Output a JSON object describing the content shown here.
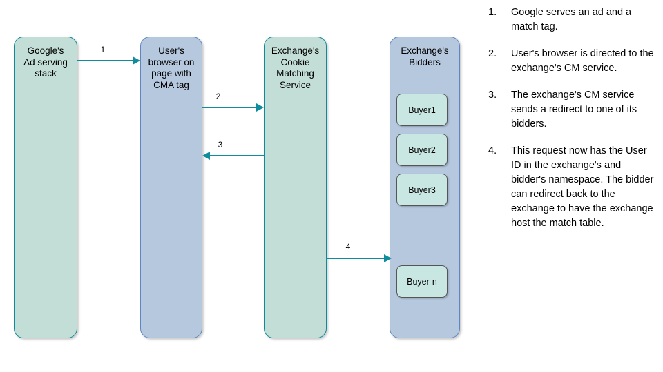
{
  "diagram": {
    "pillars": [
      {
        "id": "google",
        "label": "Google's\nAd serving\nstack",
        "fill": "#c3ded6",
        "stroke": "#10899b"
      },
      {
        "id": "browser",
        "label": "User's\nbrowser on\npage with\nCMA tag",
        "fill": "#b6c8de",
        "stroke": "#5f86c4"
      },
      {
        "id": "cms",
        "label": "Exchange's\nCookie\nMatching\nService",
        "fill": "#c3ded6",
        "stroke": "#10899b"
      },
      {
        "id": "bidders",
        "label": "Exchange's\nBidders",
        "fill": "#b6c8de",
        "stroke": "#5f86c4"
      }
    ],
    "buyers": [
      {
        "id": "buyer-1",
        "label": "Buyer1"
      },
      {
        "id": "buyer-2",
        "label": "Buyer2"
      },
      {
        "id": "buyer-3",
        "label": "Buyer3"
      },
      {
        "id": "buyer-n",
        "label": "Buyer-n"
      }
    ],
    "arrows": [
      {
        "id": "a1",
        "label": "1",
        "from": "google",
        "to": "browser",
        "direction": "right"
      },
      {
        "id": "a2",
        "label": "2",
        "from": "browser",
        "to": "cms",
        "direction": "right"
      },
      {
        "id": "a3",
        "label": "3",
        "from": "cms",
        "to": "browser",
        "direction": "left"
      },
      {
        "id": "a4",
        "label": "4",
        "from": "cms",
        "to": "bidders",
        "direction": "right"
      }
    ],
    "arrow_color": "#0f8c9e",
    "buyer_fill": "#c9e7e2",
    "buyer_stroke": "#555555"
  },
  "legend": {
    "items": [
      {
        "num": "1.",
        "text": "Google serves an ad and a match tag."
      },
      {
        "num": "2.",
        "text": "User's browser is directed to the exchange's CM service."
      },
      {
        "num": "3.",
        "text": "The exchange's CM service sends a redirect to one of its bidders."
      },
      {
        "num": "4.",
        "text": "This request now has the User ID in the exchange's and bidder's namespace. The bidder can redirect back to the exchange to have the exchange host the match table."
      }
    ]
  }
}
